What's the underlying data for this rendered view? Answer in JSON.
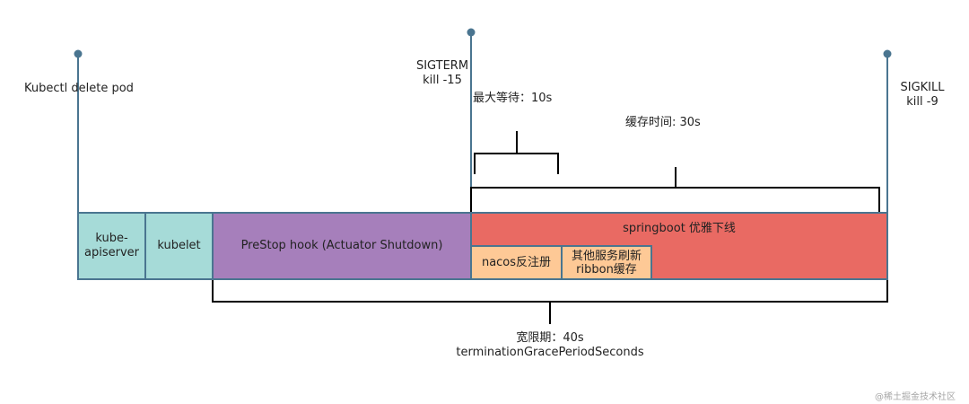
{
  "markers": {
    "delete_pod": {
      "label": "Kubectl delete pod"
    },
    "sigterm": {
      "line1": "SIGTERM",
      "line2": "kill -15"
    },
    "sigkill": {
      "line1": "SIGKILL",
      "line2": "kill -9"
    }
  },
  "phases": {
    "kube_apiserver": {
      "line1": "kube-",
      "line2": "apiserver"
    },
    "kubelet": {
      "label": "kubelet"
    },
    "prestop_hook": {
      "label": "PreStop hook (Actuator Shutdown)"
    },
    "springboot": {
      "label": "springboot 优雅下线"
    },
    "nacos": {
      "label": "nacos反注册"
    },
    "refresh": {
      "line1": "其他服务刷新",
      "line2": "ribbon缓存"
    }
  },
  "spans": {
    "max_wait": "最大等待：10s",
    "cache_time": "缓存时间: 30s",
    "grace_period": {
      "line1": "宽限期：40s",
      "line2": "terminationGracePeriodSeconds"
    }
  },
  "colors": {
    "line": "#4a7590",
    "teal_box": "#a6dbd8",
    "purple_box": "#a67fbb",
    "red_box": "#e96a63",
    "orange_box": "#fec996",
    "bracket": "#000000"
  },
  "watermark": "@稀土掘金技术社区"
}
